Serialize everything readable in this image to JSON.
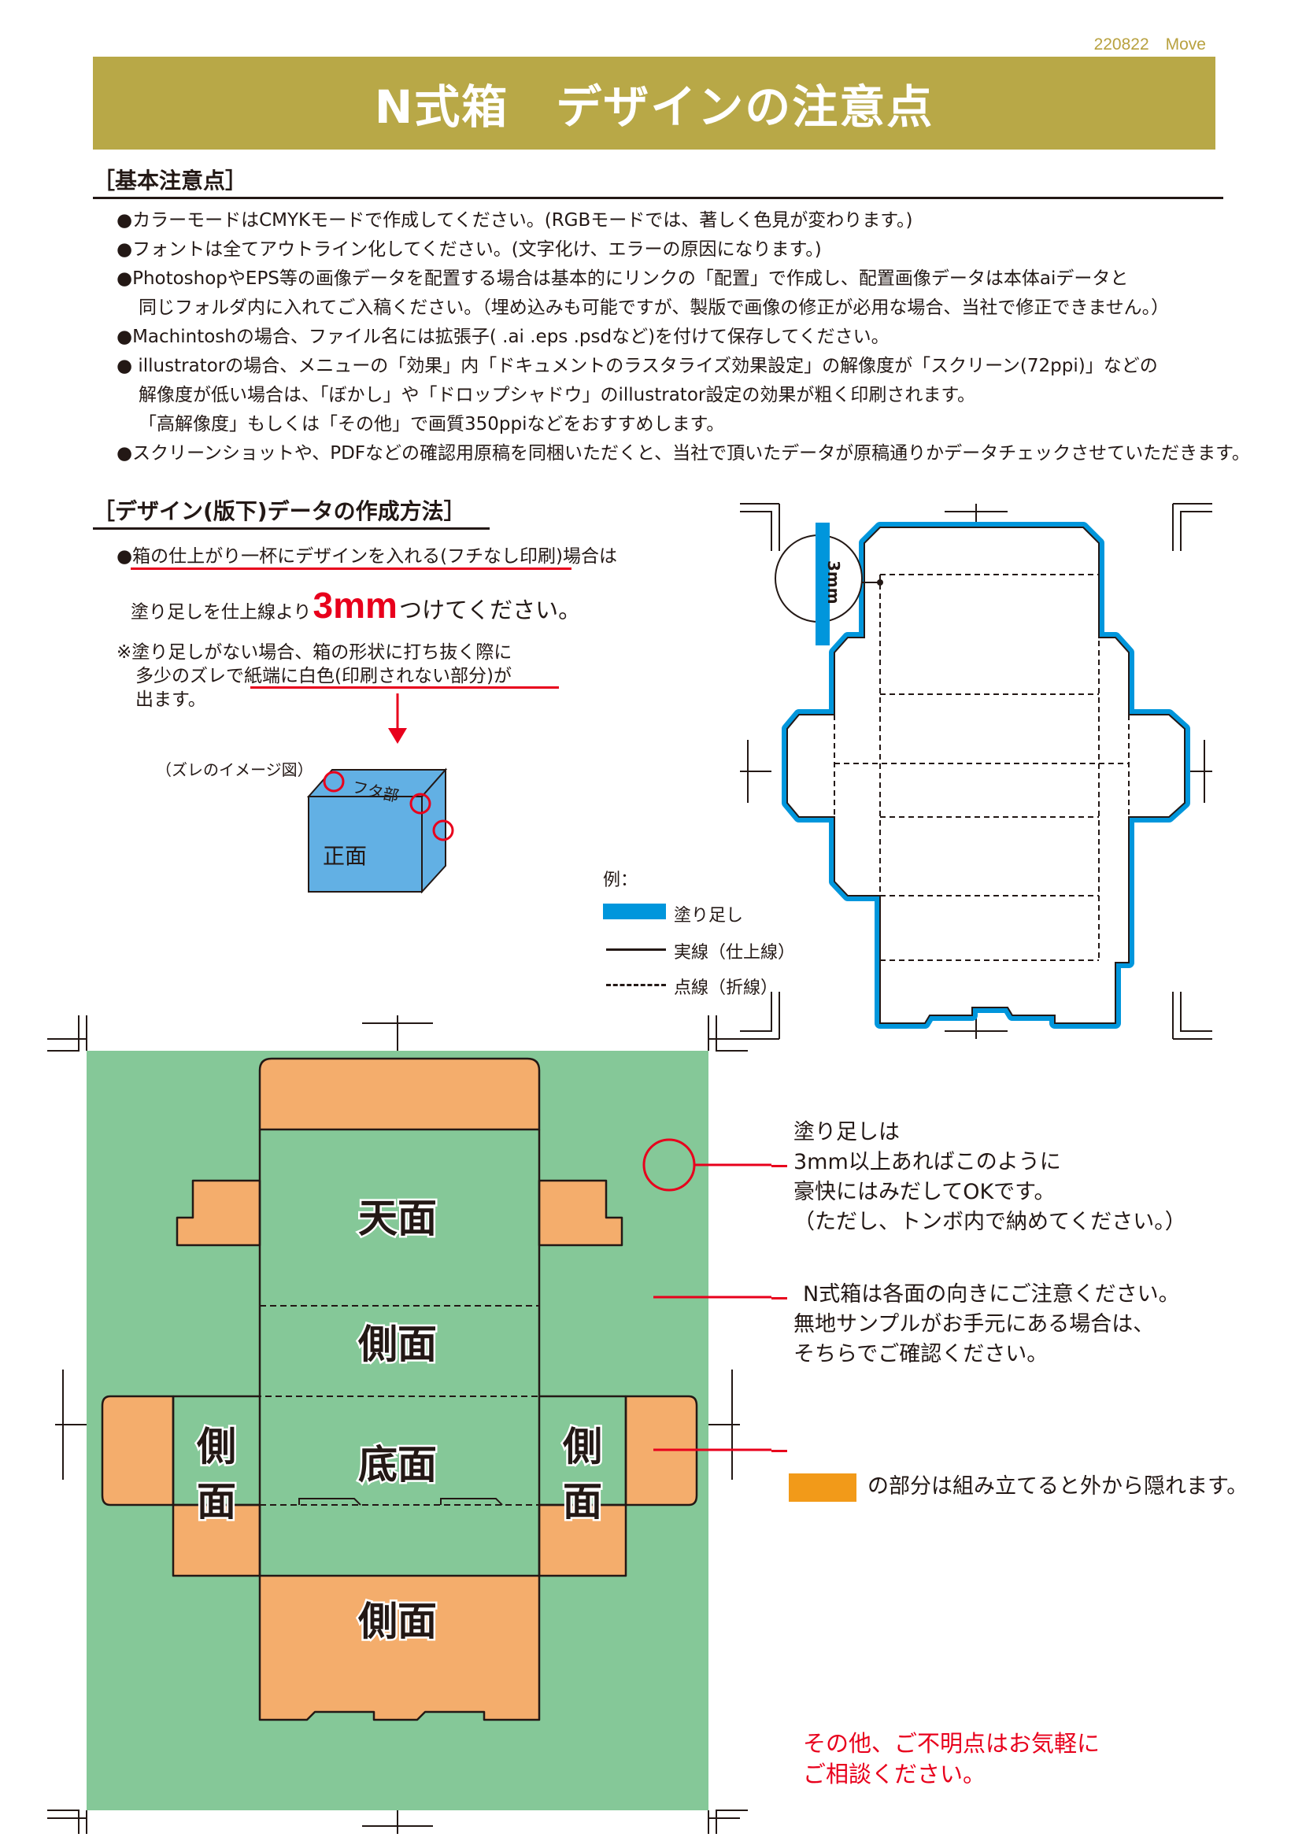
{
  "header": {
    "doc_id": "220822　Move",
    "title": "N式箱　デザインの注意点"
  },
  "basic": {
    "heading": "［基本注意点］",
    "lines": [
      "●カラーモードはCMYKモードで作成してください。(RGBモードでは、著しく色見が変わります。)",
      "●フォントは全てアウトライン化してください。(文字化け、エラーの原因になります。)",
      "●PhotoshopやEPS等の画像データを配置する場合は基本的にリンクの「配置」で作成し、配置画像データは本体aiデータと",
      "同じフォルダ内に入れてご入稿ください。（埋め込みも可能ですが、製版で画像の修正が必用な場合、当社で修正できません。）",
      "●Machintoshの場合、ファイル名には拡張子( .ai .eps .psdなど)を付けて保存してください。",
      "● illustratorの場合、メニューの「効果」内「ドキュメントのラスタライズ効果設定」の解像度が「スクリーン(72ppi)」などの",
      "解像度が低い場合は、「ぼかし」や「ドロップシャドウ」のillustrator設定の効果が粗く印刷されます。",
      "「高解像度」もしくは「その他」で画質350ppiなどをおすすめします。",
      "●スクリーンショットや、PDFなどの確認用原稿を同梱いただくと、当社で頂いたデータが原稿通りかデータチェックさせていただきます。"
    ]
  },
  "design": {
    "heading": "［デザイン(版下)データの作成方法］",
    "line1": "●箱の仕上がり一杯にデザインを入れる(フチなし印刷)場合は",
    "line2_pre": "塗り足しを仕上線より",
    "line2_big": "3mm",
    "line2_post": "つけてください。",
    "note": [
      "※塗り足しがない場合、箱の形状に打ち抜く際に",
      "多少のズレで紙端に白色(印刷されない部分)が",
      "出ます。"
    ],
    "image_caption": "（ズレのイメージ図）",
    "box_lid": "フタ部",
    "box_front": "正面",
    "zoom_label": "3mm"
  },
  "legend": {
    "title": "例：",
    "items": [
      "塗り足し",
      "実線（仕上線）",
      "点線（折線）"
    ]
  },
  "diagram": {
    "top": "天面",
    "side": "側面",
    "bottom": "底面",
    "side_v1": "側",
    "side_v2": "面"
  },
  "callouts": {
    "bleed": [
      "塗り足しは",
      "3mm以上あればこのように",
      "豪快にはみだしてOKです。",
      "（ただし、トンボ内で納めてください。）"
    ],
    "orientation": [
      "N式箱は各面の向きにご注意ください。",
      "無地サンプルがお手元にある場合は、",
      "そちらでご確認ください。"
    ],
    "hidden": "の部分は組み立てると外から隠れます。"
  },
  "footer": {
    "lines": [
      "その他、ご不明点はお気軽に",
      "ご相談ください。"
    ]
  },
  "colors": {
    "gold": "#b8a847",
    "bleed_blue": "#0096dc",
    "green": "#85c898",
    "orange": "#f4ad6c",
    "legend_orange": "#f29a19",
    "red": "#e8001c"
  }
}
